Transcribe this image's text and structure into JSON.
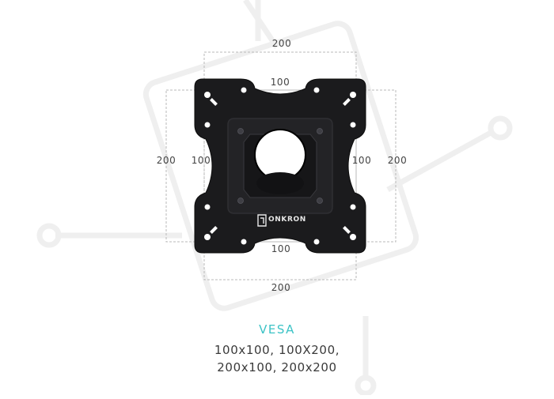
{
  "dimensions": {
    "outer_top": "200",
    "inner_top": "100",
    "outer_left": "200",
    "inner_left": "100",
    "inner_right": "100",
    "outer_right": "200",
    "inner_bottom": "100",
    "outer_bottom": "200"
  },
  "brand": {
    "name": "ONKRON"
  },
  "caption": {
    "title": "VESA",
    "line1": "100x100, 100X200,",
    "line2": "200x100, 200x200"
  },
  "colors": {
    "accent": "#3cc3c6",
    "plate": "#1b1b1d",
    "watermark": "#eeeeee"
  }
}
